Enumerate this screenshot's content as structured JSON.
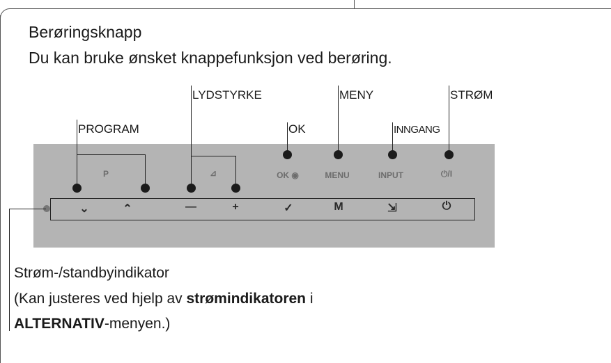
{
  "heading": "Berøringsknapp",
  "description": "Du kan bruke ønsket knappefunksjon ved berøring.",
  "labels": {
    "program": "PROGRAM",
    "volume": "LYDSTYRKE",
    "ok": "OK",
    "menu": "MENY",
    "input": "INNGANG",
    "power": "STRØM"
  },
  "panel_print": {
    "p": "P",
    "volume_icon": "⊿",
    "ok": "OK ◉",
    "menu": "MENU",
    "input": "INPUT",
    "power": "⏻/Ι"
  },
  "button_symbols": {
    "program_down": "⌄",
    "program_up": "⌃",
    "volume_down": "—",
    "volume_up": "+",
    "ok": "✓",
    "menu": "M",
    "input": "⇲",
    "power": "⏻"
  },
  "indicator": {
    "title": "Strøm-/standbyindikator",
    "note_prefix": "(Kan justeres ved hjelp av ",
    "note_bold": "strømindikatoren",
    "note_suffix": " i",
    "note2_bold": "ALTERNATIV",
    "note2_suffix": "-menyen.)"
  }
}
